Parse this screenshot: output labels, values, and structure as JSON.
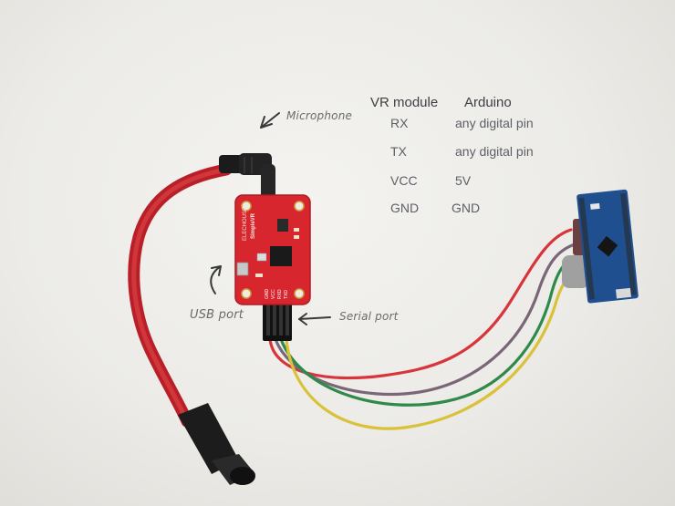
{
  "annotations": {
    "microphone": "Microphone",
    "usb_port": "USB port",
    "serial_port": "Serial port"
  },
  "table": {
    "headers": [
      "VR module",
      "Arduino"
    ],
    "rows": [
      [
        "RX",
        "any digital pin"
      ],
      [
        "TX",
        "any digital pin"
      ],
      [
        "VCC",
        "5V"
      ],
      [
        "GND",
        "GND"
      ]
    ]
  },
  "board_label": {
    "line1": "ELECHOUSE",
    "line2": "SimpleVR"
  },
  "pin_labels": [
    "GND",
    "VCC",
    "RXD",
    "TXD"
  ],
  "colors": {
    "board": "#d8262e",
    "cable": "#d42a32",
    "wire_red": "#d8343b",
    "wire_purple": "#7a6677",
    "wire_green": "#2f8a4a",
    "wire_yellow": "#d9c23a",
    "nano": "#1f4f8f"
  }
}
